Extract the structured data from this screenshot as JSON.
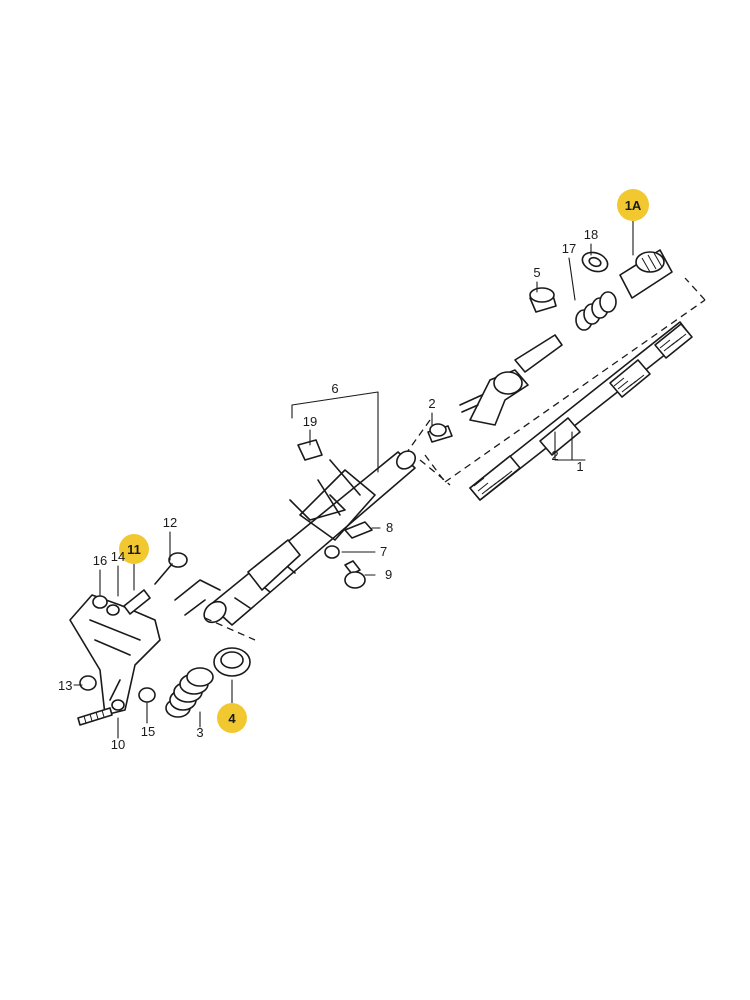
{
  "callouts": {
    "c1": "1",
    "c1A": "1A",
    "c2a": "2",
    "c2b": "2",
    "c3": "3",
    "c4": "4",
    "c5": "5",
    "c6": "6",
    "c7": "7",
    "c8": "8",
    "c9": "9",
    "c10": "10",
    "c11": "11",
    "c12": "12",
    "c13": "13",
    "c14": "14",
    "c15": "15",
    "c16": "16",
    "c17": "17",
    "c18": "18",
    "c19": "19"
  },
  "colors": {
    "badge": "#f2c830",
    "line": "#1a1a1a",
    "background": "#ffffff"
  },
  "highlighted_callouts": [
    "1A",
    "11",
    "4"
  ]
}
